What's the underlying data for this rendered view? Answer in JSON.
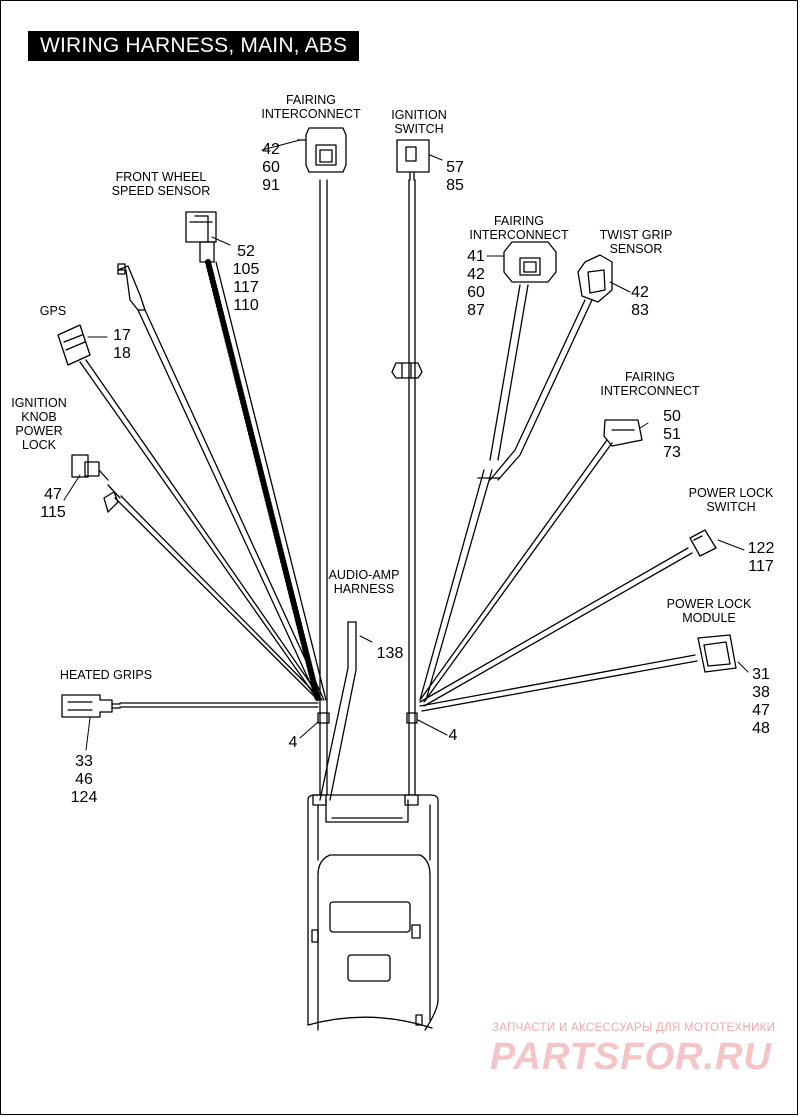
{
  "title": "WIRING HARNESS, MAIN, ABS",
  "labels": {
    "fairing_interconnect_top": "FAIRING\nINTERCONNECT",
    "ignition_switch": "IGNITION\nSWITCH",
    "front_wheel_speed_sensor": "FRONT WHEEL\nSPEED SENSOR",
    "fairing_interconnect_mid": "FAIRING\nINTERCONNECT",
    "twist_grip_sensor": "TWIST GRIP\nSENSOR",
    "gps": "GPS",
    "ignition_knob_power_lock": "IGNITION\nKNOB\nPOWER\nLOCK",
    "fairing_interconnect_right": "FAIRING\nINTERCONNECT",
    "power_lock_switch": "POWER LOCK\nSWITCH",
    "audio_amp_harness": "AUDIO-AMP\nHARNESS",
    "power_lock_module": "POWER LOCK\nMODULE",
    "heated_grips": "HEATED GRIPS"
  },
  "refs": {
    "fairing_interconnect_top": "42\n60\n91",
    "ignition_switch": "57\n85",
    "front_wheel_speed_sensor": "52\n105\n117\n110",
    "fairing_interconnect_mid": "41\n42\n60\n87",
    "twist_grip_sensor": "42\n83",
    "gps": "17\n18",
    "ignition_knob_power_lock": "47\n115",
    "fairing_interconnect_right": "50\n51\n73",
    "power_lock_switch": "122\n117",
    "audio_amp_harness": "138",
    "power_lock_module": "31\n38\n47\n48",
    "heated_grips": "33\n46\n124",
    "clip_left": "4",
    "clip_right": "4"
  },
  "watermark": {
    "small": "ЗАПЧАСТИ И АКСЕССУАРЫ ДЛЯ МОТОТЕХНИКИ",
    "big": "PARTSFOR.RU"
  }
}
